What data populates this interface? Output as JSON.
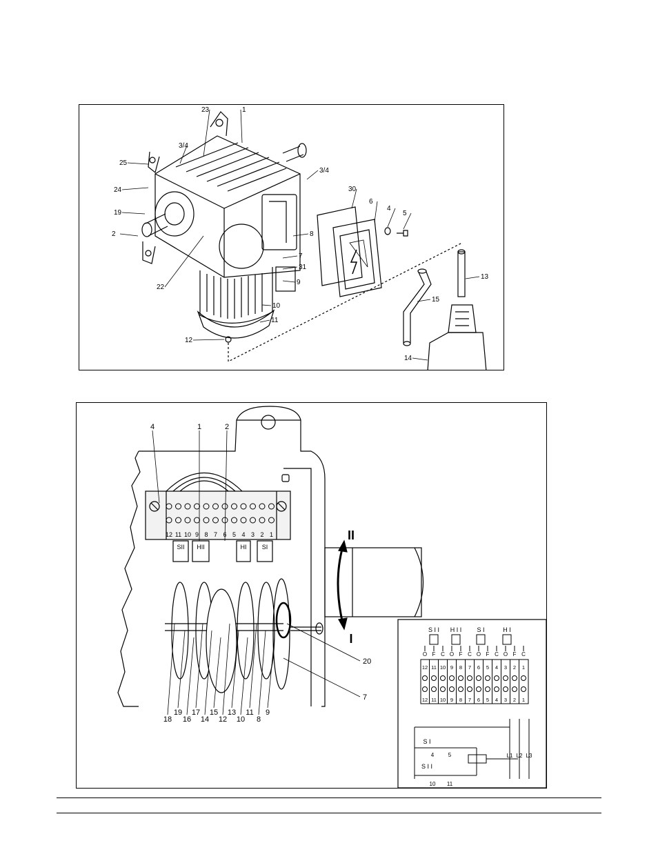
{
  "figure1": {
    "callouts": [
      "1",
      "23",
      "3/4",
      "25",
      "3/4",
      "24",
      "19",
      "30",
      "6",
      "4",
      "5",
      "2",
      "8",
      "22",
      "7",
      "31",
      "9",
      "13",
      "15",
      "10",
      "11",
      "12",
      "14"
    ]
  },
  "figure2": {
    "callouts_top": [
      "4",
      "1",
      "2"
    ],
    "terminal_numbers": [
      "12",
      "11",
      "10",
      "9",
      "8",
      "7",
      "6",
      "5",
      "4",
      "3",
      "2",
      "1"
    ],
    "switch_labels": [
      "SII",
      "HII",
      "HI",
      "SI"
    ],
    "rotation_labels": [
      "II",
      "I"
    ],
    "callouts_side": [
      "20",
      "7"
    ],
    "callouts_bottom": [
      "18",
      "19",
      "16",
      "17",
      "14",
      "15",
      "12",
      "13",
      "10",
      "11",
      "8",
      "9"
    ]
  },
  "schematic": {
    "switch_labels": [
      "S I I",
      "H I I",
      "S I",
      "H I"
    ],
    "contact_letters": [
      "O",
      "F",
      "C",
      "O",
      "F",
      "C",
      "O",
      "F",
      "C",
      "O",
      "F",
      "C"
    ],
    "terminal_row": [
      "12",
      "11",
      "10",
      "9",
      "8",
      "7",
      "6",
      "5",
      "4",
      "3",
      "2",
      "1"
    ],
    "circuit_labels": [
      "S I",
      "4",
      "5",
      "S I I",
      "10",
      "11",
      "L1",
      "L2",
      "L3"
    ]
  }
}
